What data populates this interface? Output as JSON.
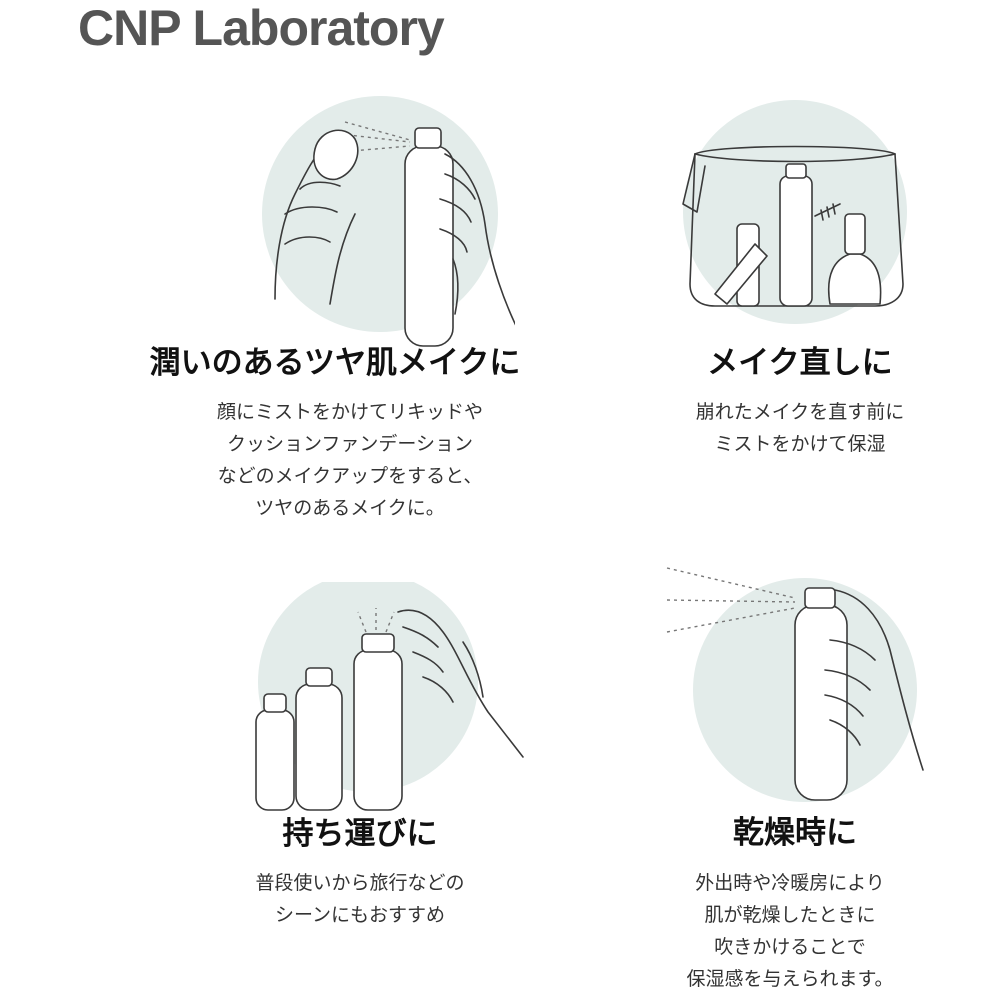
{
  "brand": {
    "name": "CNP Laboratory"
  },
  "colors": {
    "circle": "#e3ecea",
    "line": "#3a3a3a",
    "brand": "#555555"
  },
  "sections": [
    {
      "title": "潤いのあるツヤ肌メイクに",
      "lines": [
        "顔にミストをかけてリキッドや",
        "クッションファンデーション",
        "などのメイクアップをすると、",
        "ツヤのあるメイクに。"
      ],
      "icon": "spray-sponge-icon"
    },
    {
      "title": "メイク直しに",
      "lines": [
        "崩れたメイクを直す前に",
        "ミストをかけて保湿"
      ],
      "icon": "cosmetic-pouch-icon"
    },
    {
      "title": "持ち運びに",
      "lines": [
        "普段使いから旅行などの",
        "シーンにもおすすめ"
      ],
      "icon": "bottles-sizes-icon"
    },
    {
      "title": "乾燥時に",
      "lines": [
        "外出時や冷暖房により",
        "肌が乾燥したときに",
        "吹きかけることで",
        "保湿感を与えられます。"
      ],
      "icon": "spray-hand-icon"
    }
  ]
}
